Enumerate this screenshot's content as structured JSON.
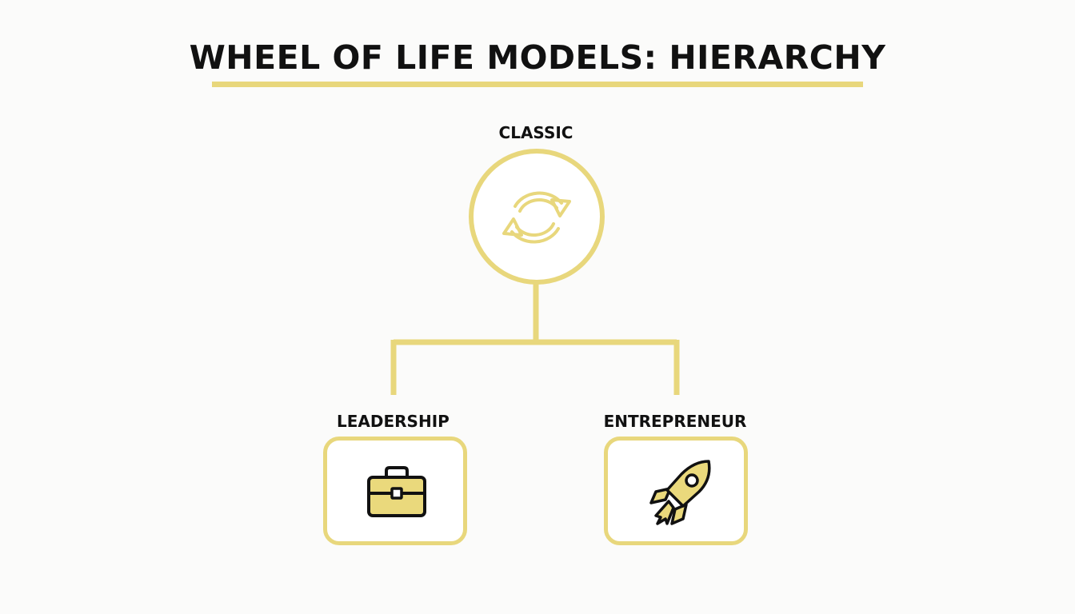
{
  "title": "WHEEL OF LIFE MODELS: HIERARCHY",
  "colors": {
    "accent": "#e8d77c",
    "icon_fill": "#ead97c",
    "text": "#111111",
    "background": "#fbfbfa"
  },
  "nodes": {
    "root": {
      "label": "CLASSIC",
      "icon": "refresh-cycle-icon"
    },
    "children": [
      {
        "label": "LEADERSHIP",
        "icon": "briefcase-icon"
      },
      {
        "label": "ENTREPRENEUR",
        "icon": "rocket-icon"
      }
    ]
  }
}
